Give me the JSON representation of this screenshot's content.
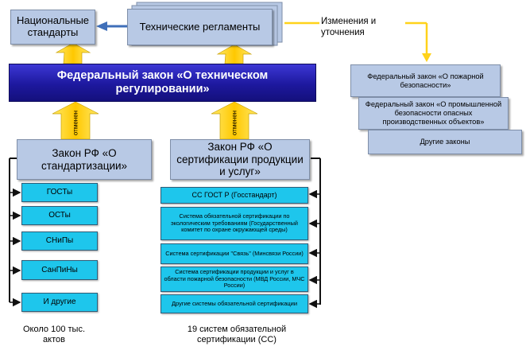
{
  "top": {
    "national_standards": "Национальные стандарты",
    "tech_regulations": "Технические регламенты",
    "changes": "Изменения и уточнения"
  },
  "banner": "Федеральный закон «О техническом регулировании»",
  "repealed_label": "отменен",
  "left_column": {
    "law": "Закон РФ «О стандартизации»",
    "items": [
      "ГОСТы",
      "ОСТы",
      "СНиПы",
      "СанПиНы",
      "И другие"
    ],
    "caption": "Около 100 тыс. актов"
  },
  "right_column": {
    "law": "Закон РФ «О сертификации продукции и услуг»",
    "items": [
      "СС ГОСТ Р (Госстандарт)",
      "Система обязательной сертификации по экологическим требованиям (Государственный комитет по охране окружающей среды)",
      "Система сертификации \"Связь\" (Минсвязи России)",
      "Система сертификации продукции и услуг в области пожарной безопасности (МВД России, МЧС России)",
      "Другие системы обязательной сертификации"
    ],
    "caption": "19 систем обязательной сертификации (СС)"
  },
  "side_laws": [
    "Федеральный закон «О пожарной безопасности»",
    "Федеральный закон «О промышленной безопасности опасных производственных объектов»",
    "Другие законы"
  ],
  "colors": {
    "pale_box": "#b8c9e5",
    "cyan_box": "#1ec6ec",
    "banner": "#1d189e",
    "arrow_yellow": "#ffd21a",
    "blue_arrow": "#3f6fb9"
  }
}
